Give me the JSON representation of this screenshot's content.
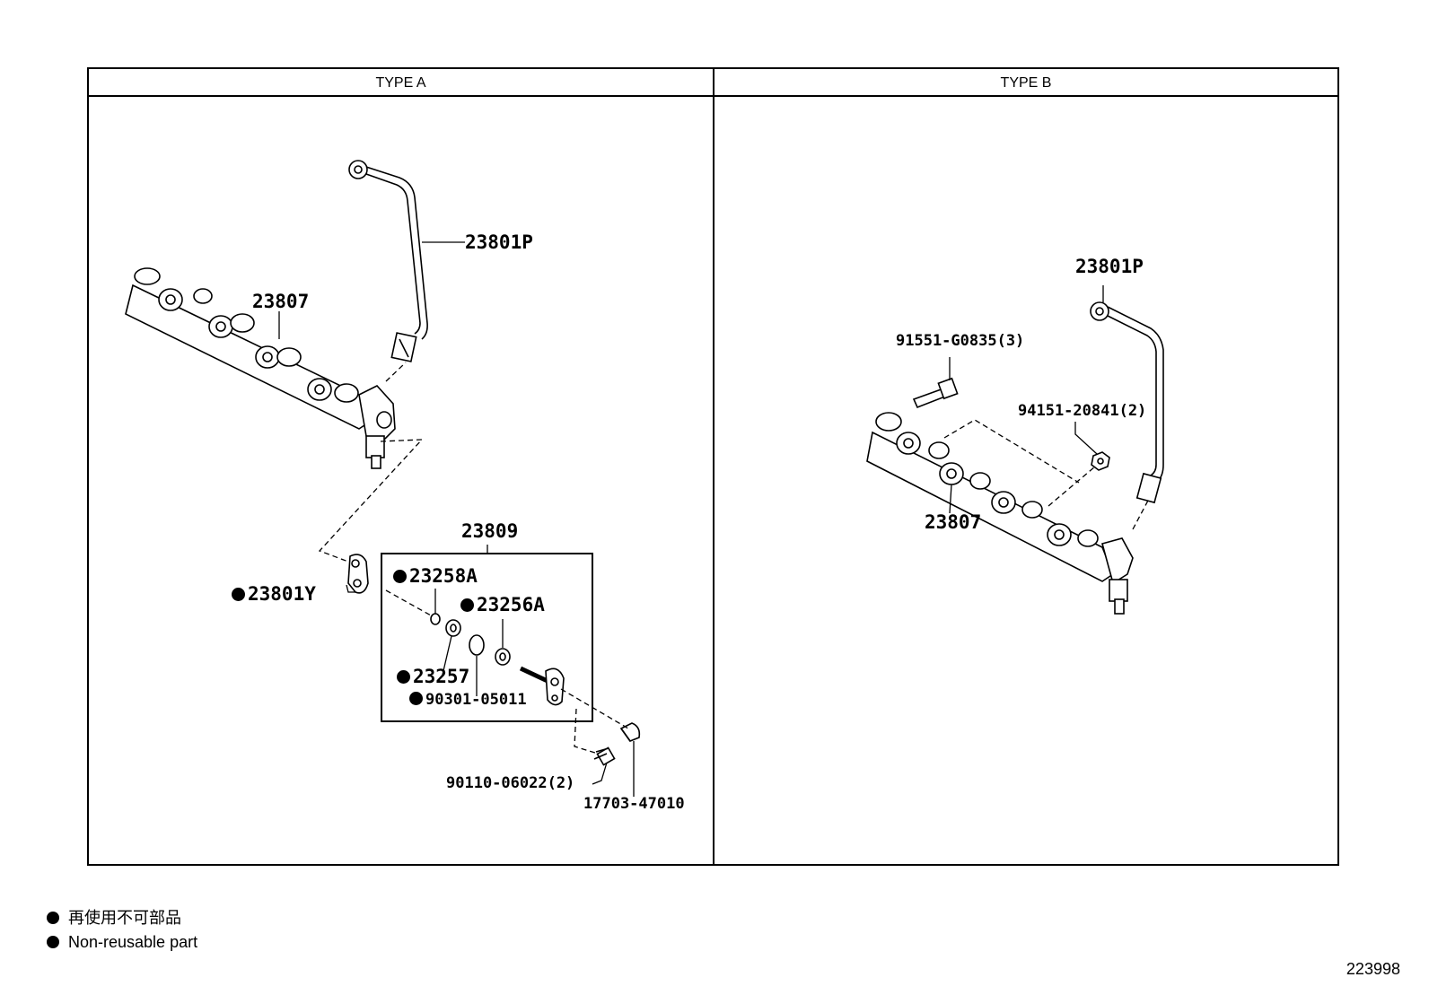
{
  "panels": [
    {
      "header": "TYPE A"
    },
    {
      "header": "TYPE B"
    }
  ],
  "type_a_parts": {
    "fuel_pipe": "23801P",
    "delivery_pipe": "23807",
    "gasket": "23801Y",
    "sensor_kit": "23809",
    "kit_part_1": "23258A",
    "kit_part_2": "23256A",
    "kit_part_3": "23257",
    "o_ring": "90301-05011",
    "bolt": "90110-06022(2)",
    "insulator": "17703-47010"
  },
  "type_b_parts": {
    "fuel_pipe": "23801P",
    "bolt": "91551-G0835(3)",
    "nut": "94151-20841(2)",
    "delivery_pipe": "23807"
  },
  "legend": {
    "line_jp": "再使用不可部品",
    "line_en": "Non-reusable part"
  },
  "figure_number": "223998"
}
